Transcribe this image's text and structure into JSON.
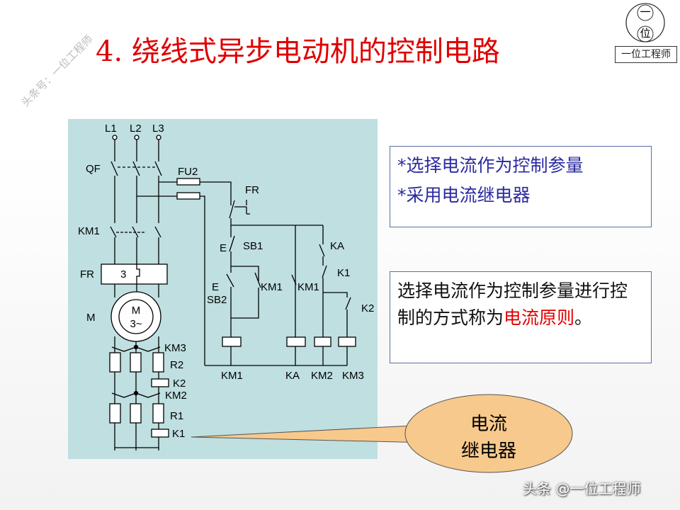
{
  "title": "4.  绕线式异步电动机的控制电路",
  "watermark": "头条号：一位工程师",
  "logo": {
    "text": "一位工程师",
    "top_char": "一",
    "bottom_char": "位"
  },
  "diagram": {
    "labels": {
      "L1": "L1",
      "L2": "L2",
      "L3": "L3",
      "QF": "QF",
      "FU2": "FU2",
      "FR_contact": "FR",
      "KM1_main": "KM1",
      "FR_block": "FR",
      "FR_num": "3",
      "M": "M",
      "motor_top": "M",
      "motor_bottom": "3~",
      "KM3": "KM3",
      "R2": "R2",
      "K2_relay": "K2",
      "KM2": "KM2",
      "R1": "R1",
      "K1_relay": "K1",
      "SB1": "SB1",
      "SB2": "SB2",
      "E1": "E",
      "E2": "E",
      "KA_contact": "KA",
      "K1_contact": "K1",
      "KM1_hold": "KM1",
      "KM1_nc": "KM1",
      "K2_contact": "K2",
      "coil_KM1": "KM1",
      "coil_KA": "KA",
      "coil_KM2": "KM2",
      "coil_KM3": "KM3"
    }
  },
  "box1": {
    "lines": [
      "*选择电流作为控制参量",
      "*采用电流继电器"
    ]
  },
  "box2": {
    "text_before": "选择电流作为控制参量进行控制的方式称为",
    "highlight": "电流原则",
    "text_after": "。"
  },
  "callout": {
    "line1": "电流",
    "line2": "继电器"
  },
  "footer": "头条 @一位工程师",
  "colors": {
    "title": "#e00000",
    "panel": "#bfdfe0",
    "box1_text": "#2a2aa0",
    "callout_fill": "#f8c98c"
  }
}
